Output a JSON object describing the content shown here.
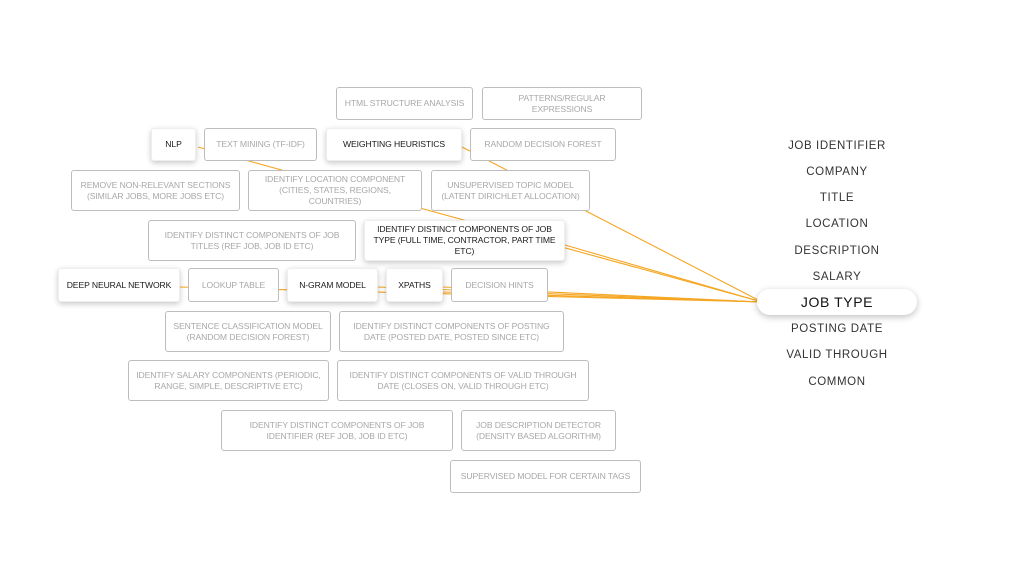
{
  "accent_color": "#f5a623",
  "nodes": {
    "html_structure": "HTML STRUCTURE ANALYSIS",
    "patterns": "PATTERNS/REGULAR EXPRESSIONS",
    "nlp": "NLP",
    "text_mining": "TEXT MINING (TF-IDF)",
    "weighting": "WEIGHTING HEURISTICS",
    "random_forest": "RANDOM DECISION FOREST",
    "remove_sections": "REMOVE NON-RELEVANT SECTIONS (SIMILAR JOBS, MORE JOBS ETC)",
    "location_component": "IDENTIFY LOCATION COMPONENT (CITIES, STATES, REGIONS, COUNTRIES)",
    "unsupervised_topic": "UNSUPERVISED TOPIC MODEL (LATENT DIRICHLET ALLOCATION)",
    "job_titles": "IDENTIFY DISTINCT COMPONENTS OF JOB TITLES (REF JOB, JOB ID ETC)",
    "job_type_components": "IDENTIFY DISTINCT COMPONENTS OF JOB TYPE (FULL TIME, CONTRACTOR, PART TIME ETC)",
    "deep_neural": "DEEP NEURAL NETWORK",
    "lookup_table": "LOOKUP TABLE",
    "ngram": "N-GRAM MODEL",
    "xpaths": "XPATHS",
    "decision_hints": "DECISION HINTS",
    "sentence_classification": "SENTENCE CLASSIFICATION MODEL (RANDOM DECISION FOREST)",
    "posting_date_components": "IDENTIFY DISTINCT COMPONENTS OF POSTING DATE (POSTED DATE, POSTED SINCE ETC)",
    "salary_components": "IDENTIFY SALARY COMPONENTS (PERIODIC, RANGE, SIMPLE, DESCRIPTIVE ETC)",
    "valid_through_components": "IDENTIFY DISTINCT COMPONENTS OF VALID THROUGH DATE (CLOSES ON, VALID THROUGH ETC)",
    "job_identifier_components": "IDENTIFY DISTINCT COMPONENTS OF JOB IDENTIFIER (REF JOB, JOB ID ETC)",
    "job_description_detector": "JOB DESCRIPTION DETECTOR (DENSITY BASED ALGORITHM)",
    "supervised_model": "SUPERVISED MODEL FOR CERTAIN TAGS"
  },
  "categories": [
    "JOB IDENTIFIER",
    "COMPANY",
    "TITLE",
    "LOCATION",
    "DESCRIPTION",
    "SALARY",
    "JOB TYPE",
    "POSTING DATE",
    "VALID THROUGH",
    "COMMON"
  ],
  "selected_category": "JOB TYPE"
}
